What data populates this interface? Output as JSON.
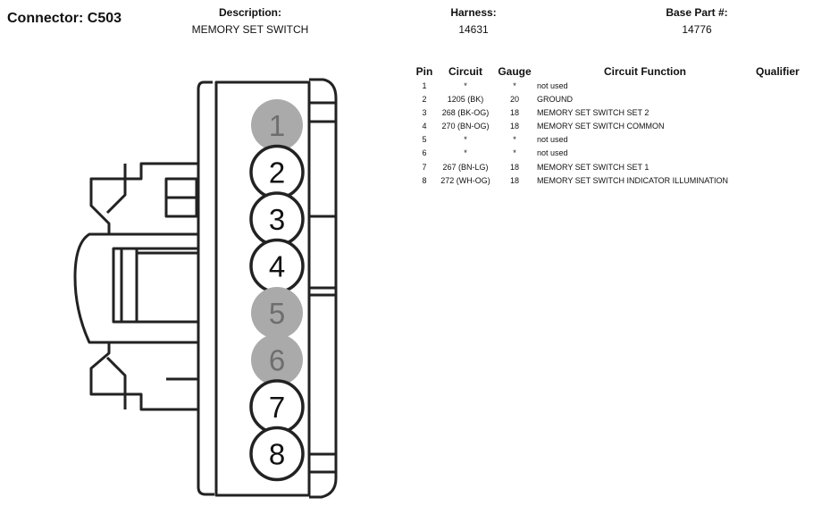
{
  "header": {
    "connector_title": "Connector: C503",
    "description_label": "Description:",
    "description_value": "MEMORY SET SWITCH",
    "harness_label": "Harness:",
    "harness_value": "14631",
    "base_part_label": "Base Part #:",
    "base_part_value": "14776"
  },
  "connector": {
    "pins": [
      {
        "label": "1",
        "used": false
      },
      {
        "label": "2",
        "used": true
      },
      {
        "label": "3",
        "used": true
      },
      {
        "label": "4",
        "used": true
      },
      {
        "label": "5",
        "used": false
      },
      {
        "label": "6",
        "used": false
      },
      {
        "label": "7",
        "used": true
      },
      {
        "label": "8",
        "used": true
      }
    ],
    "colors": {
      "used_fill": "#ffffff",
      "unused_fill": "#aaaaaa",
      "outline": "#222222",
      "unused_text": "#6e6e6e",
      "used_text": "#111111"
    }
  },
  "table": {
    "headers": {
      "pin": "Pin",
      "circuit": "Circuit",
      "gauge": "Gauge",
      "function": "Circuit Function",
      "qualifier": "Qualifier"
    },
    "rows": [
      {
        "pin": "1",
        "circuit": "*",
        "gauge": "*",
        "function": "not used"
      },
      {
        "pin": "2",
        "circuit": "1205 (BK)",
        "gauge": "20",
        "function": "GROUND"
      },
      {
        "pin": "3",
        "circuit": "268 (BK-OG)",
        "gauge": "18",
        "function": "MEMORY SET SWITCH SET 2"
      },
      {
        "pin": "4",
        "circuit": "270 (BN-OG)",
        "gauge": "18",
        "function": "MEMORY SET SWITCH COMMON"
      },
      {
        "pin": "5",
        "circuit": "*",
        "gauge": "*",
        "function": "not used"
      },
      {
        "pin": "6",
        "circuit": "*",
        "gauge": "*",
        "function": "not used"
      },
      {
        "pin": "7",
        "circuit": "267 (BN-LG)",
        "gauge": "18",
        "function": "MEMORY SET SWITCH SET 1"
      },
      {
        "pin": "8",
        "circuit": "272 (WH-OG)",
        "gauge": "18",
        "function": "MEMORY SET SWITCH INDICATOR ILLUMINATION"
      }
    ]
  }
}
